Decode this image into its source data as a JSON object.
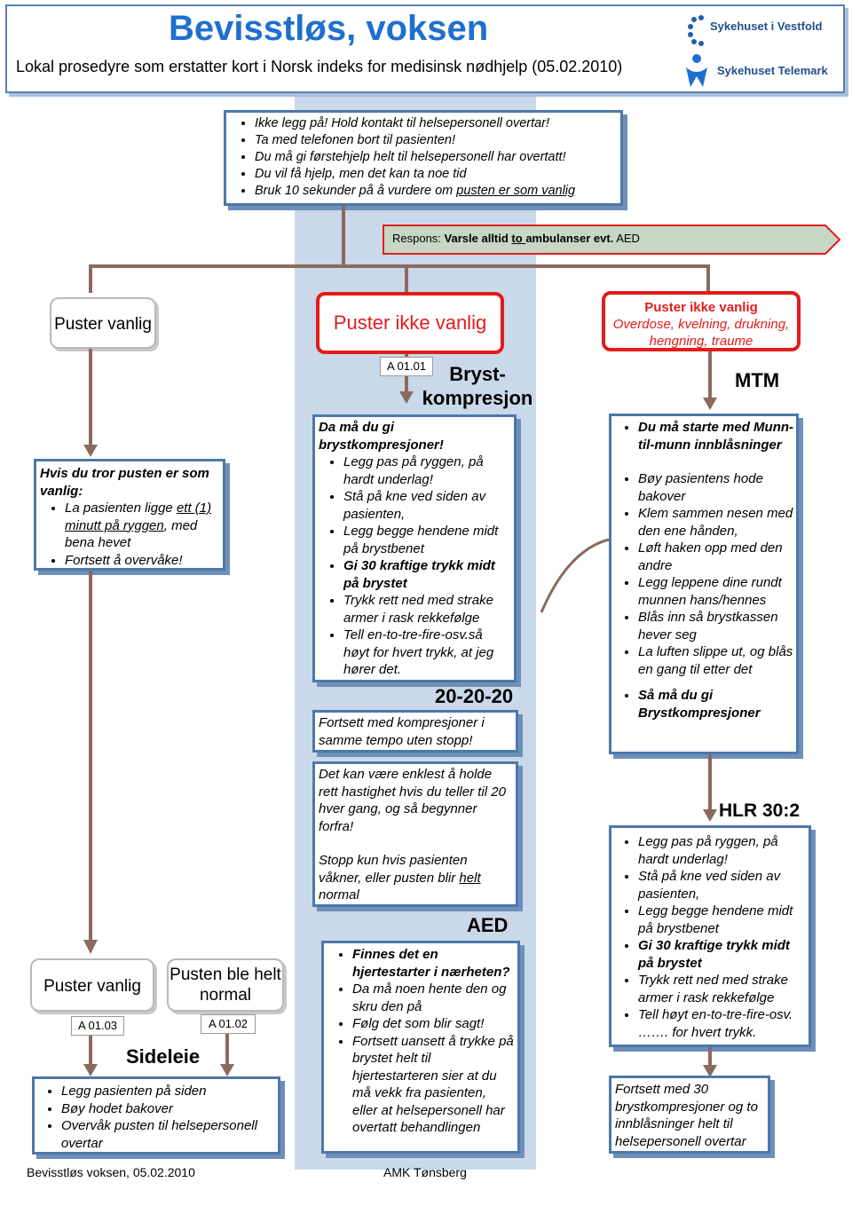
{
  "header": {
    "title": "Bevisstløs, voksen",
    "subtitle": "Lokal prosedyre som erstatter kort i Norsk indeks for medisinsk nødhjelp (05.02.2010)",
    "logo_top": "Sykehuset i Vestfold",
    "logo_bottom": "Sykehuset Telemark"
  },
  "intro_bullets": [
    "Ikke legg på! Hold kontakt til helsepersonell overtar!",
    "Ta med telefonen bort til pasienten!",
    "Du må gi førstehjelp helt til helsepersonell har overtatt!",
    "Du vil få hjelp, men det kan ta noe tid",
    "Bruk 10 sekunder på å vurdere om pusten er som vanlig"
  ],
  "response": {
    "prefix": "Respons: ",
    "bold1": "Varsle alltid ",
    "underline": "to ",
    "bold2": "ambulanser evt.",
    "suffix": "AED"
  },
  "left": {
    "header": "Puster vanlig",
    "box_title": "Hvis du tror pusten er som vanlig:",
    "bullet1_a": "La pasienten ligge ",
    "bullet1_b": "ett (1) minutt på ryggen",
    "bullet1_c": ", med bena hevet",
    "bullet2": "Fortsett å overvåke!",
    "pill_bottom": "Puster vanlig",
    "code_a0103": "A 01.03",
    "pill_normal": "Pusten ble helt normal",
    "code_a0102": "A 01.02",
    "sideleie_title": "Sideleie",
    "sideleie_bullets": [
      "Legg pasienten på siden",
      "Bøy hodet bakover",
      "Overvåk pusten til helsepersonell overtar"
    ]
  },
  "middle": {
    "header": "Puster ikke vanlig",
    "code": "A 01.01",
    "heading": "Bryst-kompresjon",
    "box_title": "Da må du gi brystkompresjoner!",
    "bullets": [
      "Legg pas  på ryggen, på hardt underlag!",
      "Stå på kne ved siden av pasienten,",
      "Legg begge hendene midt på brystbenet",
      "Gi 30 kraftige trykk midt på brystet",
      "Trykk rett ned med strake armer i rask rekkefølge",
      "Tell en-to-tre-fire-osv.så høyt  for hvert trykk, at jeg hører det."
    ],
    "ratio": "20-20-20",
    "continue_text": "Fortsett med kompresjoner i samme tempo uten stopp!",
    "tip1": "Det kan være enklest å holde rett hastighet hvis du teller til 20 hver gang, og så begynner forfra!",
    "tip2_a": "Stopp kun hvis pasienten våkner, eller pusten blir ",
    "tip2_b": "helt",
    "tip2_c": " normal",
    "aed_title": "AED",
    "aed_bullets": [
      "Finnes det en hjertestarter i nærheten?",
      "Da må noen hente den og skru den på",
      "Følg det som blir sagt!",
      "Fortsett uansett å trykke på brystet helt til hjertestarteren sier at du må vekk fra pasienten, eller at helsepersonell har overtatt behandlingen"
    ]
  },
  "right": {
    "header_line1": "Puster ikke vanlig",
    "header_line2": "Overdose,  kvelning, drukning, hengning, traume",
    "mtm_title": "MTM",
    "mtm_bullets": [
      "Du må starte med Munn-til-munn innblåsninger",
      "Bøy pasientens hode bakover",
      "Klem sammen nesen med den ene hånden,",
      "Løft haken opp med den andre",
      "Legg leppene dine rundt munnen hans/hennes",
      "Blås inn så brystkassen hever seg",
      "La luften slippe ut, og blås en gang til etter det",
      "Så må du gi Brystkompresjoner"
    ],
    "hlr_title": "HLR 30:2",
    "hlr_bullets": [
      "Legg pas  på ryggen, på hardt underlag!",
      "Stå på kne ved siden av pasienten,",
      "Legg begge hendene midt på brystbenet",
      "Gi 30 kraftige trykk midt på brystet",
      "Trykk rett ned med strake armer i rask rekkefølge",
      "Tell høyt en-to-tre-fire-osv. ……. for hvert trykk."
    ],
    "final_text": "Fortsett med 30 brystkompresjoner og to innblåsninger helt til helsepersonell overtar"
  },
  "footer": {
    "left": "Bevisstløs voksen, 05.02.2010",
    "center": "AMK  Tønsberg"
  }
}
